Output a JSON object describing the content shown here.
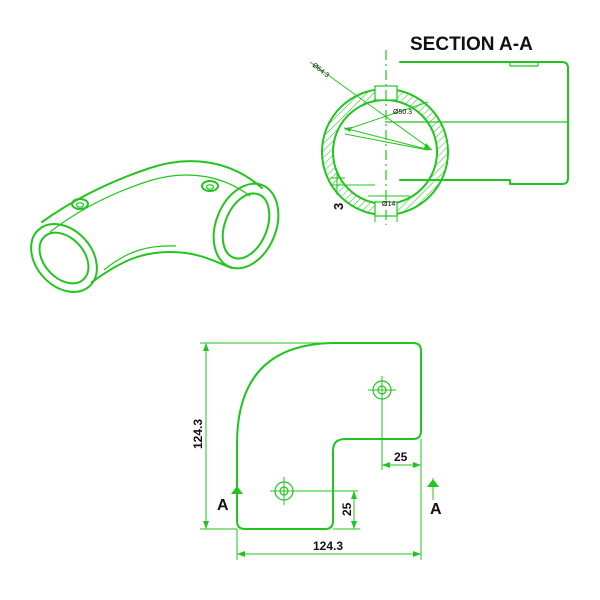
{
  "section_view": {
    "title": "SECTION A-A",
    "outer_diameter_label": "Ø64.3",
    "inner_diameter_label": "Ø50.3",
    "hole_diameter_label": "Ø14",
    "wall_label": "3"
  },
  "plan_view": {
    "height_label": "124.3",
    "width_label": "124.3",
    "offset_right_label": "25",
    "offset_bottom_label": "25",
    "section_left": "A",
    "section_right": "A"
  },
  "colors": {
    "line": "#22c51d",
    "text": "#111111"
  }
}
